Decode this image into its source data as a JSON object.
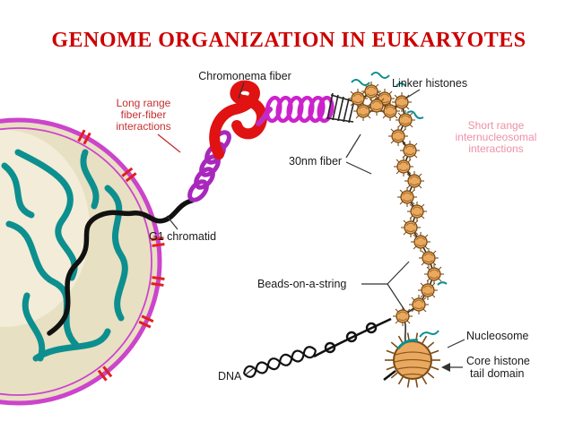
{
  "slide": {
    "title": "GENOME ORGANIZATION IN EUKARYOTES"
  },
  "labels": {
    "chromonema_fiber": "Chromonema fiber",
    "linker_histones": "Linker histones",
    "long_range_line1": "Long range",
    "long_range_line2": "fiber-fiber",
    "long_range_line3": "interactions",
    "short_range_line1": "Short range",
    "short_range_line2": "internucleosomal",
    "short_range_line3": "interactions",
    "thirty_nm_fiber": "30nm fiber",
    "g1_chromatid": "G1 chromatid",
    "beads_on_a_string": "Beads-on-a-string",
    "nucleosome": "Nucleosome",
    "dna": "DNA",
    "core_histone_line1": "Core histone",
    "core_histone_line2": "tail domain"
  },
  "colors": {
    "title_red": "#cc0000",
    "long_range_red": "#c53030",
    "short_range_pink": "#ef8fa8",
    "label_black": "#1a1a1a",
    "nucleus_membrane_magenta": "#cc44cc",
    "nucleus_fill_beige": "#e8e0c2",
    "chromatin_teal": "#0d8f8f",
    "chromonema_red": "#e01212",
    "coil_purple": "#a828bc",
    "spring_magenta": "#cc22cc",
    "nucleosome_tan": "#eaa95f",
    "nucleosome_outline": "#7a4a15"
  }
}
